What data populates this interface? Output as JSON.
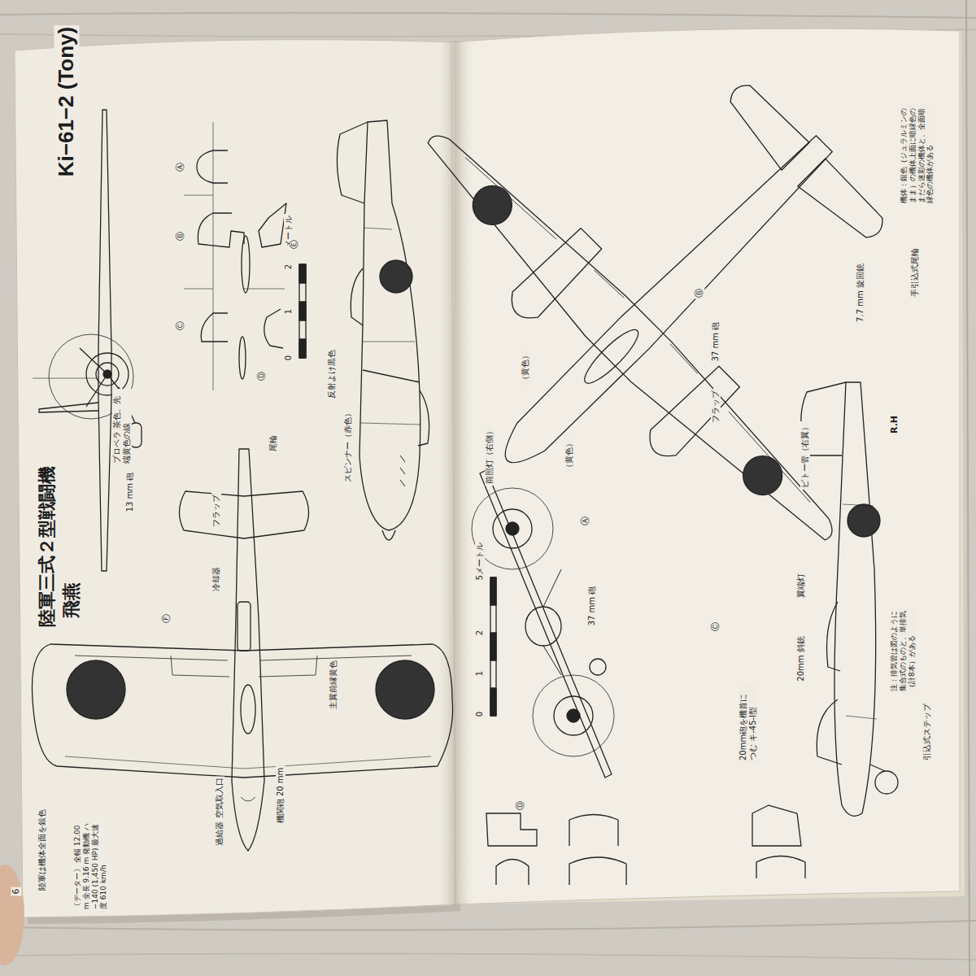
{
  "diagram": {
    "title": "Ki−61−2 (Tony)",
    "labels": [
      "陸軍三式２型戦闘機",
      "飛燕",
      "プロペラ 茶色、先端黄色の線",
      "13 mm 砲",
      "尾輪",
      "フラップ",
      "冷却器",
      "反射よけ黒色",
      "スピンナー（赤色）",
      "主翼前縁黄色",
      "機関砲 20 mm",
      "過給器 空気取入口",
      "陸軍は機体全面を銀色",
      "〔データー〕 全幅 12.00 m 全長 9.16 m 発動機 ハ−140 (1,450 HP) 最大速度 610 km/h",
      "0",
      "1",
      "2",
      "メートル",
      "Ⓐ",
      "Ⓑ",
      "Ⓒ",
      "Ⓓ",
      "Ⓔ",
      "Ⓕ",
      "6",
      "7.7 mm 旋回銃",
      "（黄色）",
      "（黄色）",
      "フラップ",
      "37 mm 砲",
      "37 mm 砲",
      "前照灯（右側）",
      "ピトー管（右翼）",
      "翼端灯",
      "20mm 斜銃",
      "引込式ステップ",
      "手引込式尾輪",
      "20mm砲を機首につむ キ-45-I型",
      "注：排気管は図のように集合式のものと、単排気（計8本）がある",
      "機体：銀色（ジュラルミンのまま）の機体上面に暗緑色のまだら迷彩の機体と、全面暗緑色の機体がある",
      "5メートル",
      "2",
      "1",
      "0",
      "R.H",
      "Ⓐ",
      "Ⓑ",
      "Ⓒ",
      "Ⓓ"
    ]
  }
}
